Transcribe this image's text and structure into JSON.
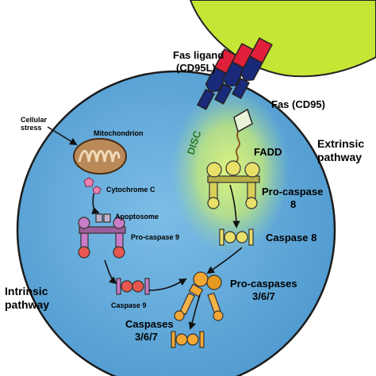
{
  "labels": {
    "fas_ligand": "Fas ligand",
    "cd95l": "(CD95L)",
    "fas": "Fas (CD95)",
    "disc": "DISC",
    "fadd": "FADD",
    "extrinsic": "Extrinsic",
    "pathway_ext": "pathway",
    "cellular": "Cellular",
    "stress": "stress",
    "mitochondrion": "Mitochondrion",
    "cytochrome": "Cytochrome C",
    "apoptosome": "Apoptosome",
    "pro_caspase9": "Pro-caspase 9",
    "pro_caspase8_a": "Pro-caspase",
    "pro_caspase8_b": "8",
    "caspase8": "Caspase 8",
    "caspase9": "Caspase 9",
    "pro_caspases_a": "Pro-caspases",
    "pro_caspases_b": "3/6/7",
    "caspases_a": "Caspases",
    "caspases_b": "3/6/7",
    "intrinsic": "Intrinsic",
    "pathway_int": "pathway"
  },
  "colors": {
    "cell_fill": "#5aa6d6",
    "cell_stroke": "#1c1c1c",
    "disc_glow": "#d8f06a",
    "ligand": "#c6e635",
    "receptor_red": "#e0203a",
    "receptor_navy": "#1a2a7a",
    "mito": "#b98a58",
    "caspase8": "#e9e06a",
    "caspase9": "#c97cc7",
    "caspase9_red": "#e8574f",
    "caspase3": "#f2a734"
  }
}
